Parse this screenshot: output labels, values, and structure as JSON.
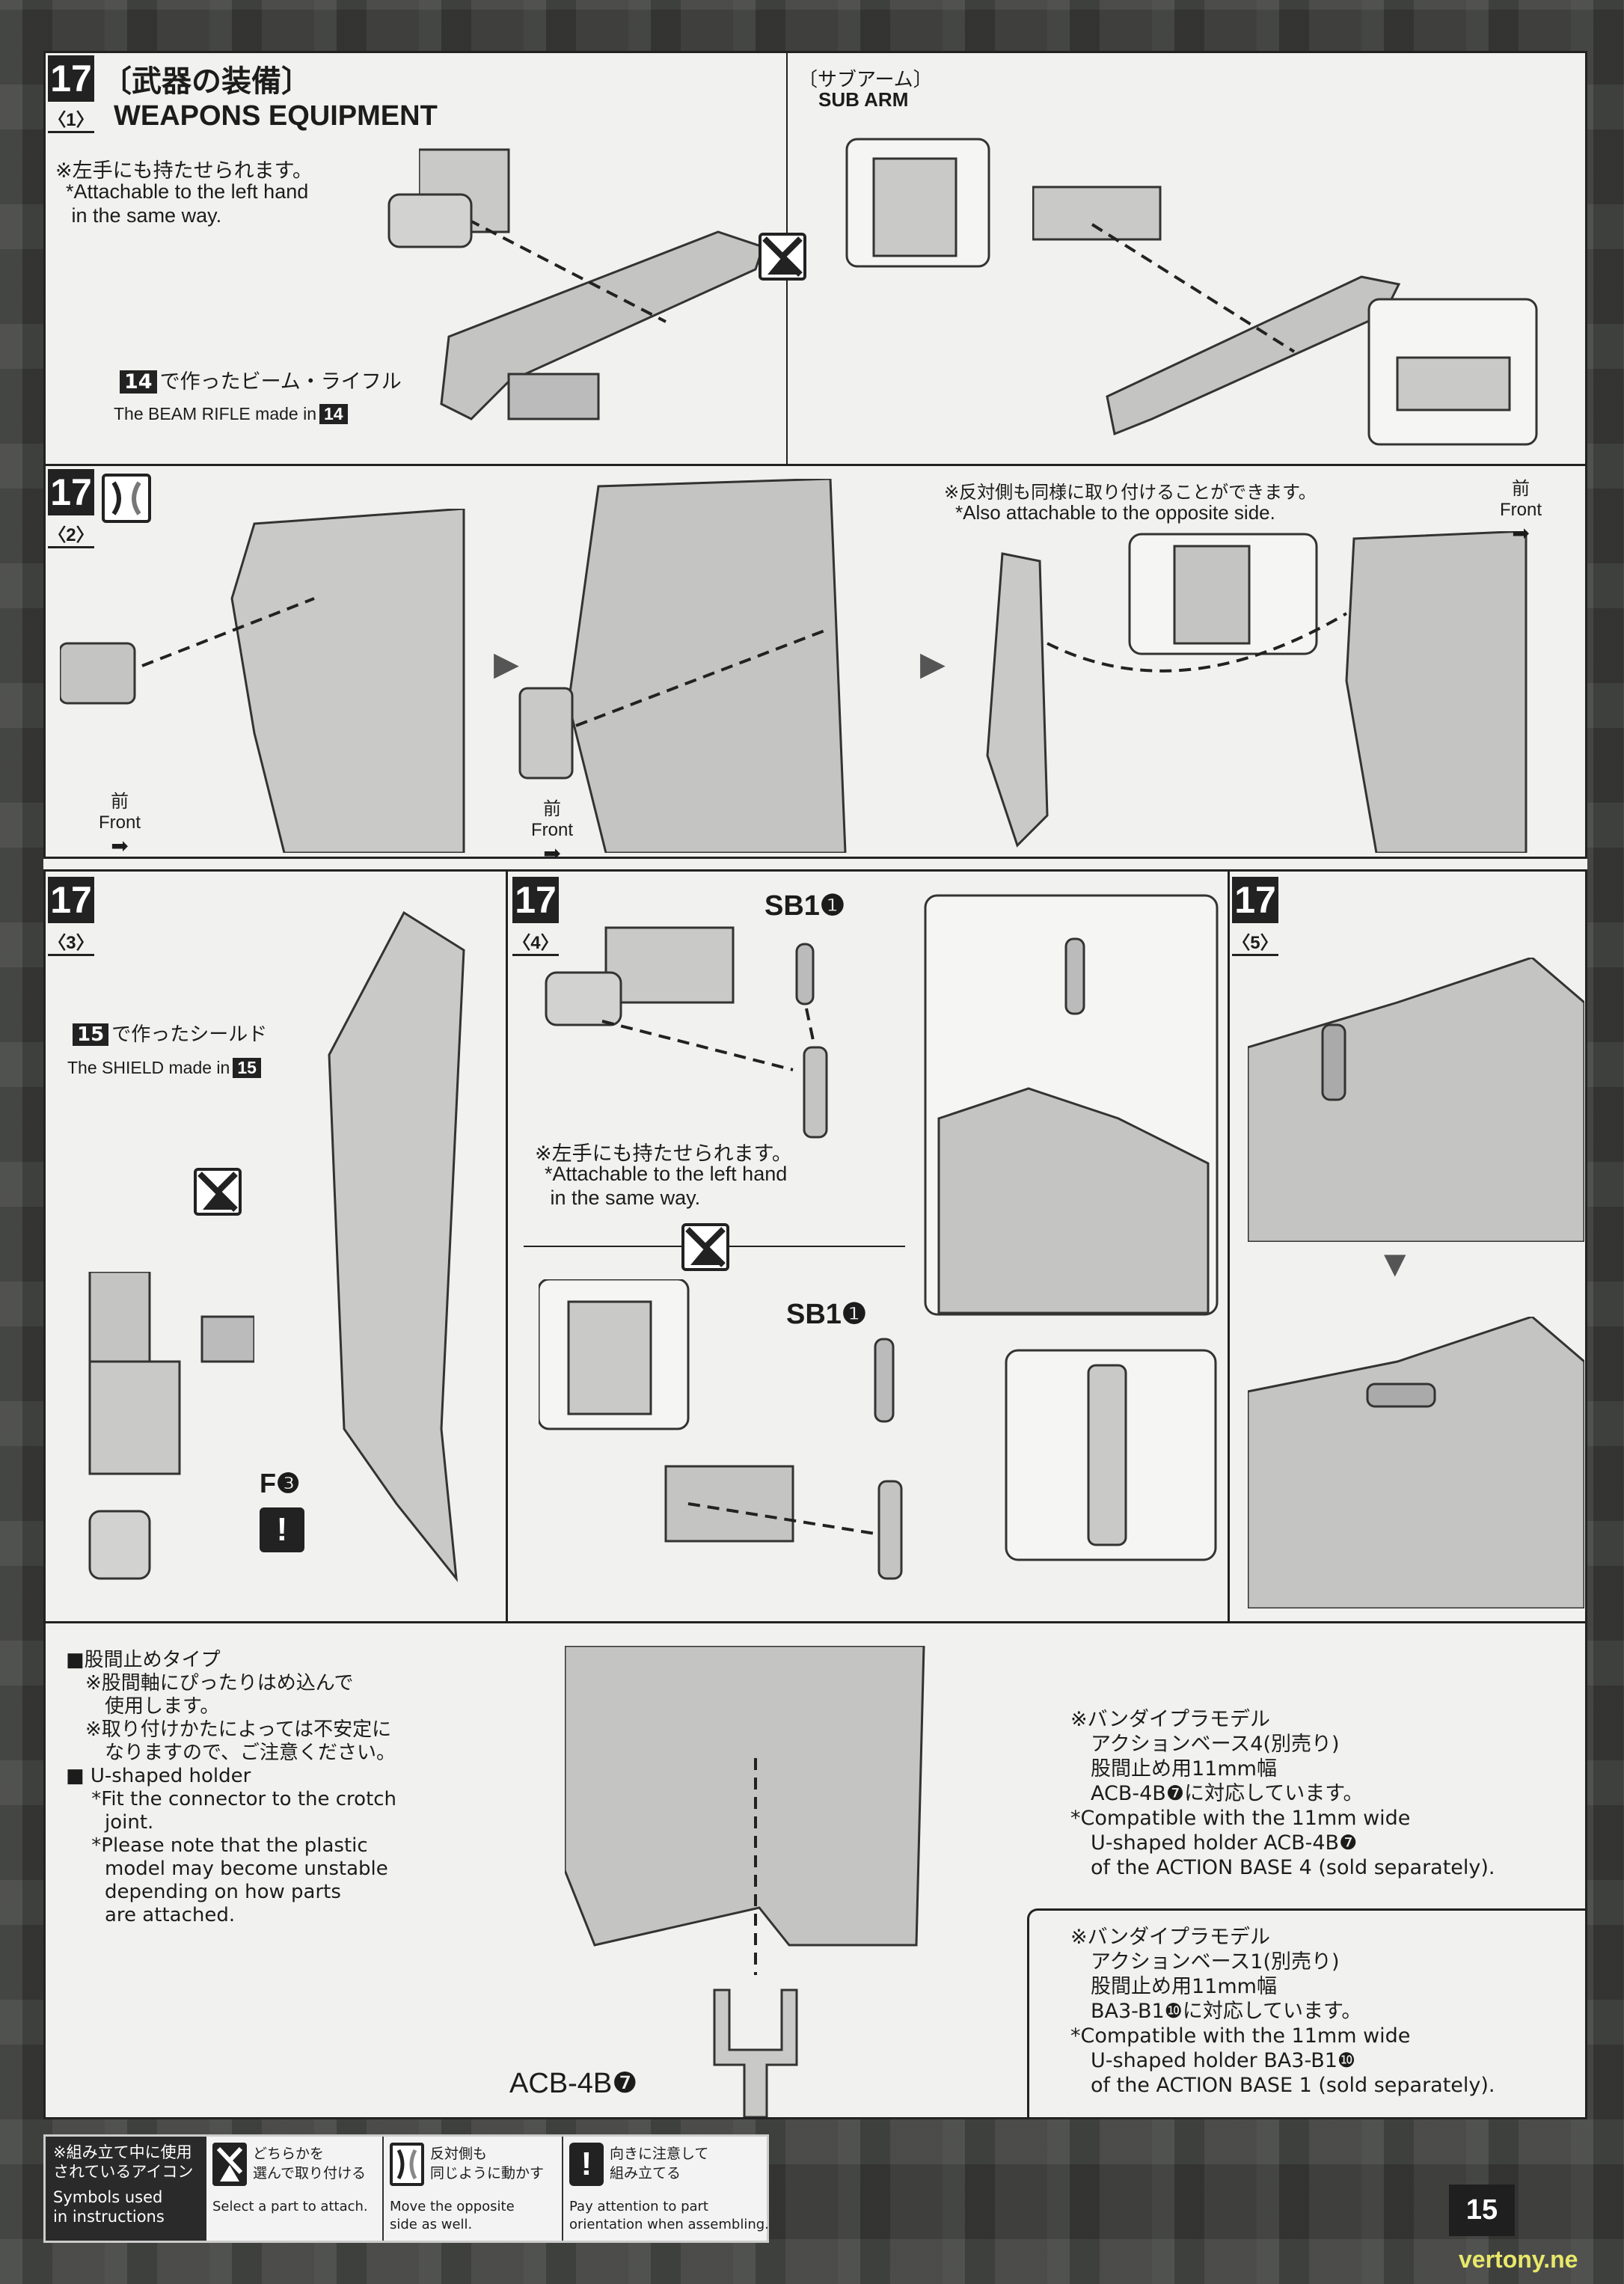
{
  "step": "17",
  "panel1": {
    "sub": "〈1〉",
    "title_jp": "〔武器の装備〕",
    "title_en": "WEAPONS EQUIPMENT",
    "note_jp": "※左手にも持たせられます。",
    "note_en": "*Attachable to the left hand\n in the same way.",
    "rifle_num": "14",
    "rifle_jp": "で作ったビーム・ライフル",
    "rifle_en": "The BEAM RIFLE made in",
    "subarm_jp": "〔サブアーム〕",
    "subarm_en": "SUB ARM"
  },
  "panel2": {
    "sub": "〈2〉",
    "note_jp": "※反対側も同様に取り付けることができます。",
    "note_en": "*Also attachable to the opposite side.",
    "front_jp": "前",
    "front_en": "Front"
  },
  "panel3": {
    "sub": "〈3〉",
    "shield_num": "15",
    "shield_jp": "で作ったシールド",
    "shield_en": "The SHIELD made in",
    "part": "F❸"
  },
  "panel4": {
    "sub": "〈4〉",
    "part": "SB1❶",
    "note_jp": "※左手にも持たせられます。",
    "note_en": "*Attachable to the left hand\n in the same way."
  },
  "panel5": {
    "sub": "〈5〉"
  },
  "bottom": {
    "left": [
      "■股間止めタイプ",
      "　※股間軸にぴったりはめ込んで",
      "　　使用します。",
      "　※取り付けかたによっては不安定に",
      "　　なりますので、ご注意ください。",
      "■ U-shaped holder",
      "　 *Fit the connector to the crotch",
      "　　joint.",
      "　 *Please note that the plastic",
      "　　model may become unstable",
      "　　depending on how parts",
      "　　are attached."
    ],
    "note1": [
      "※バンダイプラモデル",
      "　アクションベース4(別売り)",
      "　股間止め用11mm幅",
      "　ACB-4B❼に対応しています。",
      "*Compatible with the 11mm wide",
      "　U-shaped holder ACB-4B❼",
      "　of the ACTION BASE 4 (sold separately)."
    ],
    "note2": [
      "※バンダイプラモデル",
      "　アクションベース1(別売り)",
      "　股間止め用11mm幅",
      "　BA3-B1❿に対応しています。",
      "*Compatible with the 11mm wide",
      "　U-shaped holder BA3-B1❿",
      "　of the ACTION BASE 1 (sold separately)."
    ],
    "holder_label": "ACB-4B❼"
  },
  "footer": {
    "head_jp": "※組み立て中に使用\nされているアイコン",
    "head_en": "Symbols used\nin instructions",
    "items": [
      {
        "jp": "どちらかを\n選んで取り付ける",
        "en": "Select a part to attach."
      },
      {
        "jp": "反対側も\n同じように動かす",
        "en": "Move the opposite\nside as well."
      },
      {
        "jp": "向きに注意して\n組み立てる",
        "en": "Pay attention to part\norientation when assembling."
      }
    ]
  },
  "page_number": "15",
  "watermark": "vertony.ne"
}
